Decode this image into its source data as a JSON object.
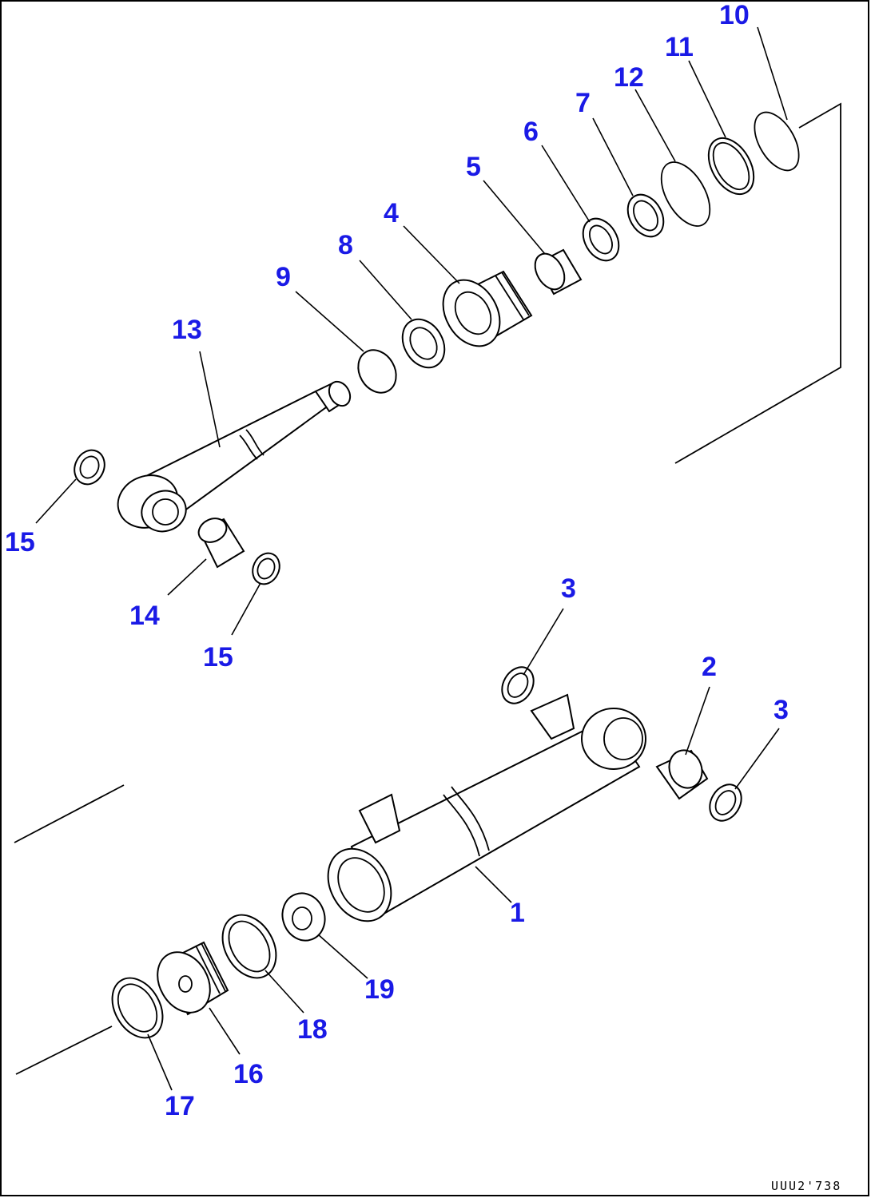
{
  "drawing_code": "UUU2'738",
  "callouts": [
    {
      "id": "c1",
      "text": "1"
    },
    {
      "id": "c2",
      "text": "2"
    },
    {
      "id": "c3a",
      "text": "3"
    },
    {
      "id": "c3b",
      "text": "3"
    },
    {
      "id": "c4",
      "text": "4"
    },
    {
      "id": "c5",
      "text": "5"
    },
    {
      "id": "c6",
      "text": "6"
    },
    {
      "id": "c7",
      "text": "7"
    },
    {
      "id": "c8",
      "text": "8"
    },
    {
      "id": "c9",
      "text": "9"
    },
    {
      "id": "c10",
      "text": "10"
    },
    {
      "id": "c11",
      "text": "11"
    },
    {
      "id": "c12",
      "text": "12"
    },
    {
      "id": "c13",
      "text": "13"
    },
    {
      "id": "c14",
      "text": "14"
    },
    {
      "id": "c15a",
      "text": "15"
    },
    {
      "id": "c15b",
      "text": "15"
    },
    {
      "id": "c16",
      "text": "16"
    },
    {
      "id": "c17",
      "text": "17"
    },
    {
      "id": "c18",
      "text": "18"
    },
    {
      "id": "c19",
      "text": "19"
    }
  ],
  "colors": {
    "callout": "#1a1ae6",
    "line": "#000000",
    "background": "#ffffff"
  }
}
